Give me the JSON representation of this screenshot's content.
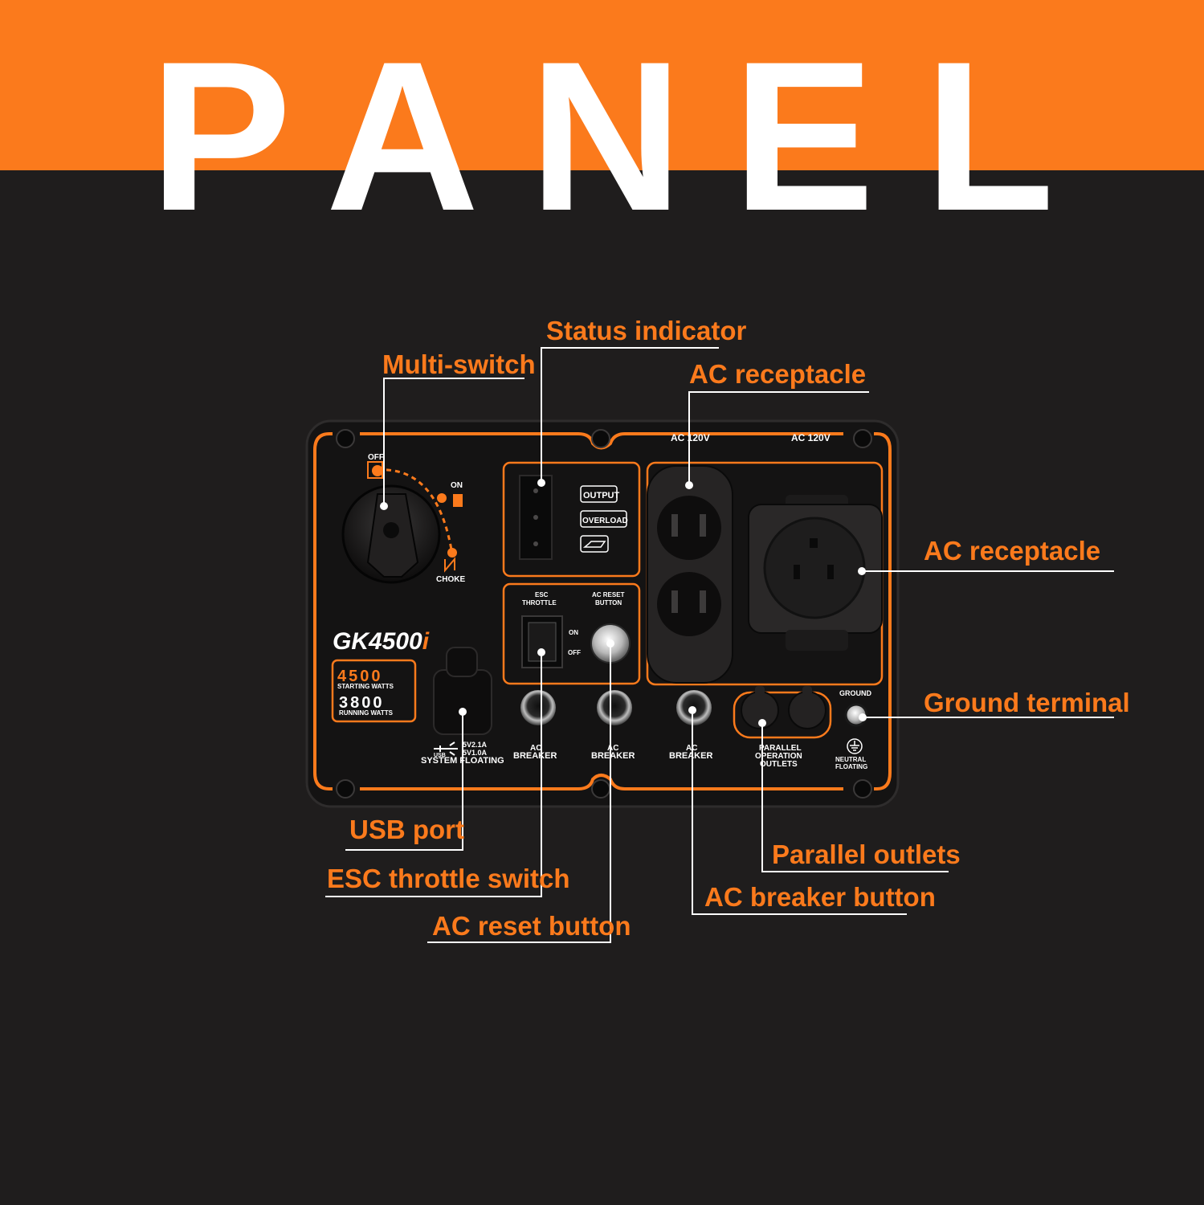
{
  "title": "PANEL",
  "colors": {
    "accent": "#fb7a1c",
    "background": "#1f1d1d",
    "panel": "#141313",
    "white": "#ffffff"
  },
  "callouts": {
    "status_indicator": "Status indicator",
    "multi_switch": "Multi-switch",
    "ac_receptacle_top": "AC receptacle",
    "ac_receptacle_right": "AC receptacle",
    "ground_terminal": "Ground terminal",
    "usb_port": "USB port",
    "esc_throttle_switch": "ESC throttle switch",
    "ac_reset_button": "AC reset button",
    "parallel_outlets": "Parallel outlets",
    "ac_breaker_button": "AC breaker button"
  },
  "panel": {
    "dial": {
      "off": "OFF",
      "on": "ON",
      "choke": "CHOKE"
    },
    "model": "GK4500",
    "model_suffix": "i",
    "starting_watts_value": "4500",
    "starting_watts_label": "STARTING WATTS",
    "running_watts_value": "3800",
    "running_watts_label": "RUNNING WATTS",
    "indicators": {
      "output": "OUTPUT",
      "overload": "OVERLOAD"
    },
    "esc_throttle": [
      "ESC",
      "THROTTLE"
    ],
    "ac_reset": [
      "AC RESET",
      "BUTTON"
    ],
    "switch_on": "ON",
    "switch_off": "OFF",
    "ac_120v_left": "AC 120V",
    "ac_120v_right": "AC 120V",
    "usb_small": "USB",
    "usb_rating_1": "5V2.1A",
    "usb_rating_2": "5V1.0A",
    "system_floating": "SYSTEM FLOATING",
    "ac_breaker_1": [
      "AC",
      "BREAKER"
    ],
    "ac_breaker_2": [
      "AC",
      "BREAKER"
    ],
    "ac_breaker_3": [
      "AC",
      "BREAKER"
    ],
    "parallel": [
      "PARALLEL",
      "OPERATION",
      "OUTLETS"
    ],
    "ground": "GROUND",
    "neutral": [
      "NEUTRAL",
      "FLOATING"
    ]
  }
}
